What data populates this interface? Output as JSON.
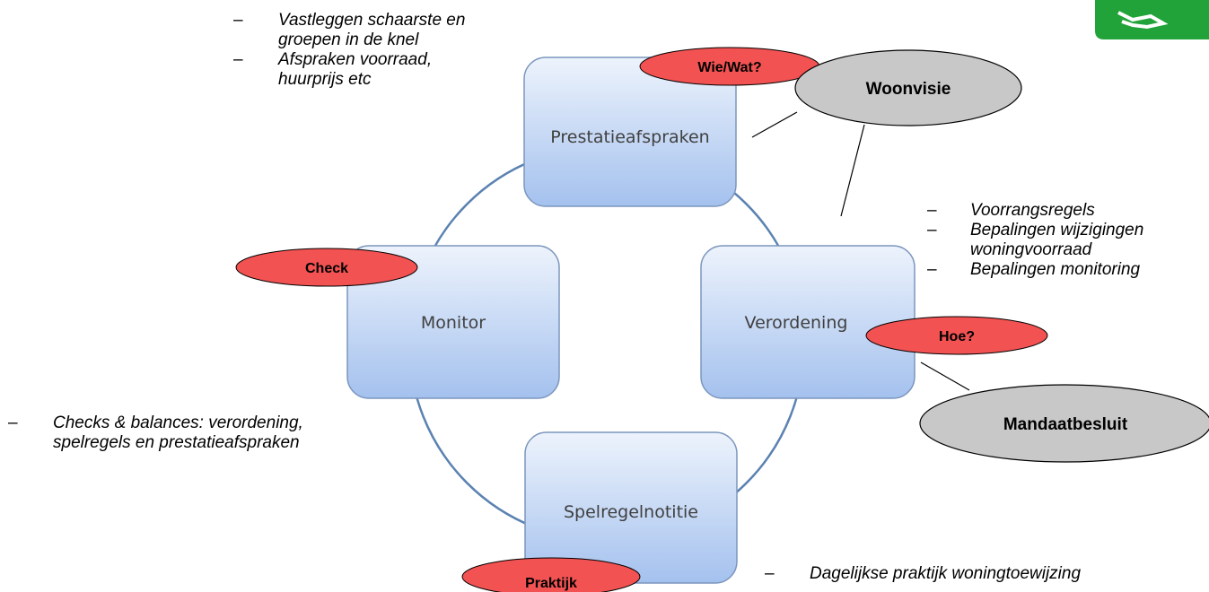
{
  "boxes": {
    "prestatieafspraken": "Prestatieafspraken",
    "verordening": "Verordening",
    "spelregelnotitie": "Spelregelnotitie",
    "monitor": "Monitor"
  },
  "callouts": {
    "wie_wat": "Wie/Wat?",
    "woonvisie": "Woonvisie",
    "check": "Check",
    "hoe": "Hoe?",
    "mandaatbesluit": "Mandaatbesluit",
    "praktijk": "Praktijk"
  },
  "notes": {
    "top": [
      "Vastleggen schaarste en groepen in de knel",
      "Afspraken voorraad, huurprijs etc"
    ],
    "right": [
      "Voorrangsregels",
      "Bepalingen wijzigingen woningvoorraad",
      "Bepalingen monitoring"
    ],
    "left": [
      "Checks & balances: verordening, spelregels en prestatieafspraken"
    ],
    "bottom": [
      "Dagelijkse praktijk woningtoewijzing"
    ]
  },
  "colors": {
    "box_fill_top": "#e8f0fb",
    "box_fill_bottom": "#a7c3ef",
    "box_stroke": "#6f8fb8",
    "red_oval": "#f25252",
    "gray_oval": "#c8c8c8",
    "logo_green": "#22a33a"
  }
}
